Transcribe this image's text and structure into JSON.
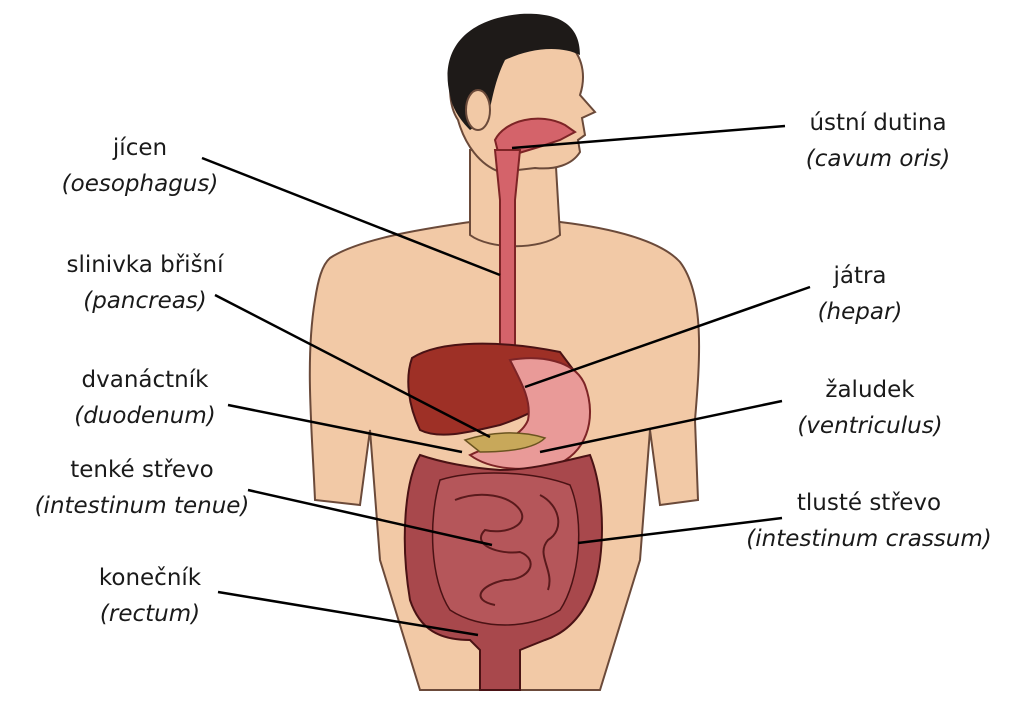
{
  "labels": [
    {
      "id": "oesophagus",
      "czech": "jícen",
      "latin": "(oesophagus)"
    },
    {
      "id": "pancreas",
      "czech": "slinivka břišní",
      "latin": "(pancreas)"
    },
    {
      "id": "duodenum",
      "czech": "dvanáctník",
      "latin": "(duodenum)"
    },
    {
      "id": "intestinum-tenue",
      "czech": "tenké střevo",
      "latin": "(intestinum tenue)"
    },
    {
      "id": "rectum",
      "czech": "konečník",
      "latin": "(rectum)"
    },
    {
      "id": "cavum-oris",
      "czech": "ústní dutina",
      "latin": "(cavum oris)"
    },
    {
      "id": "hepar",
      "czech": "játra",
      "latin": "(hepar)"
    },
    {
      "id": "ventriculus",
      "czech": "žaludek",
      "latin": "(ventriculus)"
    },
    {
      "id": "intestinum-crassum",
      "czech": "tlusté střevo",
      "latin": "(intestinum crassum)"
    }
  ],
  "colors": {
    "skin": "#f2c9a6",
    "skin_shade": "#e3ad85",
    "hair": "#1e1a18",
    "organ_dark": "#7d2426",
    "liver": "#9e3026",
    "stomach": "#e99a98",
    "esophagus": "#d4636a",
    "intestine": "#a8484c",
    "pancreas": "#c8a85a",
    "leader_line": "#000000"
  }
}
